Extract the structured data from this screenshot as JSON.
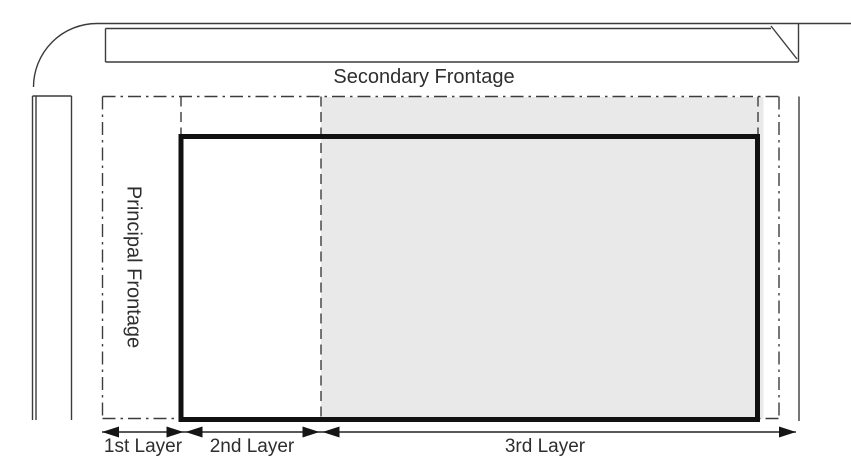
{
  "diagram": {
    "type": "frontage-layers-site-plan",
    "street_labels": {
      "secondary": "Secondary Frontage",
      "principal": "Principal Frontage"
    },
    "layer_labels": {
      "first": "1st Layer",
      "second": "2nd Layer",
      "third": "3rd Layer"
    },
    "colors": {
      "shaded_third_layer": "#e9e9e9",
      "building_outline": "#111111",
      "line": "#3c3c3c",
      "background": "#ffffff",
      "text": "#2e2e2e"
    }
  }
}
